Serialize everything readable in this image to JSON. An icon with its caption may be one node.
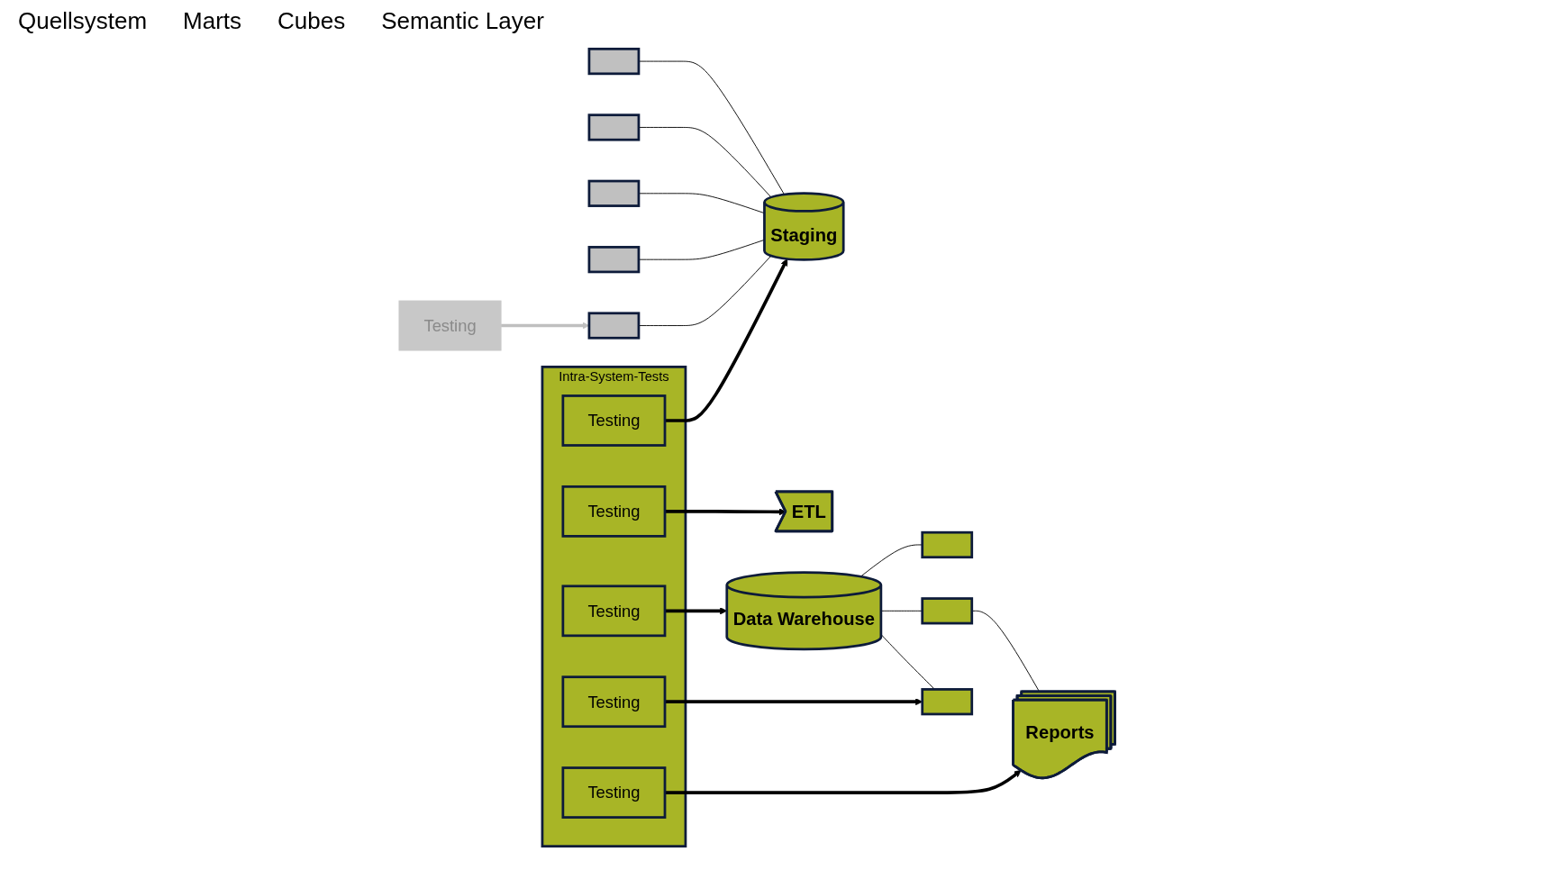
{
  "diagram": {
    "nodes": [
      {
        "text": [],
        "shape": "box"
      },
      {
        "text": [],
        "shape": "box"
      },
      {
        "text": [],
        "shape": "box"
      },
      {
        "text": [],
        "shape": "box"
      },
      {
        "text": [],
        "shape": "box"
      },
      {
        "text": [
          "Staging"
        ]
      },
      {
        "text": [
          "ETL"
        ]
      },
      {
        "text": [
          "Data Warehouse"
        ]
      },
      {
        "text": [],
        "shape": "box"
      },
      {
        "text": [],
        "shape": "box"
      },
      {
        "text": [],
        "shape": "box"
      },
      {
        "text": [
          "Reports"
        ]
      },
      {
        "text": [
          "Intra-System-Tests"
        ]
      },
      {
        "text": [
          "Testing"
        ],
        "in": 12
      },
      {
        "text": [
          "Testing"
        ],
        "in": 12
      },
      {
        "text": [
          "Testing"
        ],
        "in": 12
      },
      {
        "text": [
          "Testing"
        ],
        "in": 12
      },
      {
        "text": [
          "Testing"
        ],
        "in": 12
      },
      {
        "text": [
          "Testing"
        ]
      }
    ],
    "edges": [
      {
        "from": 0,
        "to": 5,
        "arrow": "none"
      },
      {
        "from": 1,
        "to": 5,
        "arrow": "none"
      },
      {
        "from": 2,
        "to": 5,
        "arrow": "none"
      },
      {
        "from": 3,
        "to": 5,
        "arrow": "none"
      },
      {
        "from": 4,
        "to": 5,
        "arrow": "none"
      },
      {
        "from": 7,
        "to": 8,
        "arrow": "none"
      },
      {
        "from": 7,
        "to": 9,
        "arrow": "none"
      },
      {
        "from": 7,
        "to": 10,
        "arrow": "none"
      },
      {
        "from": 9,
        "to": 11,
        "arrow": "none"
      },
      {
        "from": 13,
        "to": 5,
        "arrow": "to",
        "style": "thick"
      },
      {
        "from": 14,
        "to": 6,
        "arrow": "to",
        "style": "thick"
      },
      {
        "from": 15,
        "to": 7,
        "arrow": "to",
        "style": "thick"
      },
      {
        "from": 16,
        "to": 10,
        "arrow": "to",
        "style": "thick"
      },
      {
        "from": 17,
        "to": 11,
        "arrow": "to",
        "style": "thick"
      },
      {
        "from": 18,
        "to": 4,
        "arrow": "to",
        "style": "thick",
        "color": "#bfbfbf"
      }
    ],
    "labels": [
      "Quellsystem",
      "Marts",
      "Cubes",
      "Semantic Layer"
    ]
  }
}
